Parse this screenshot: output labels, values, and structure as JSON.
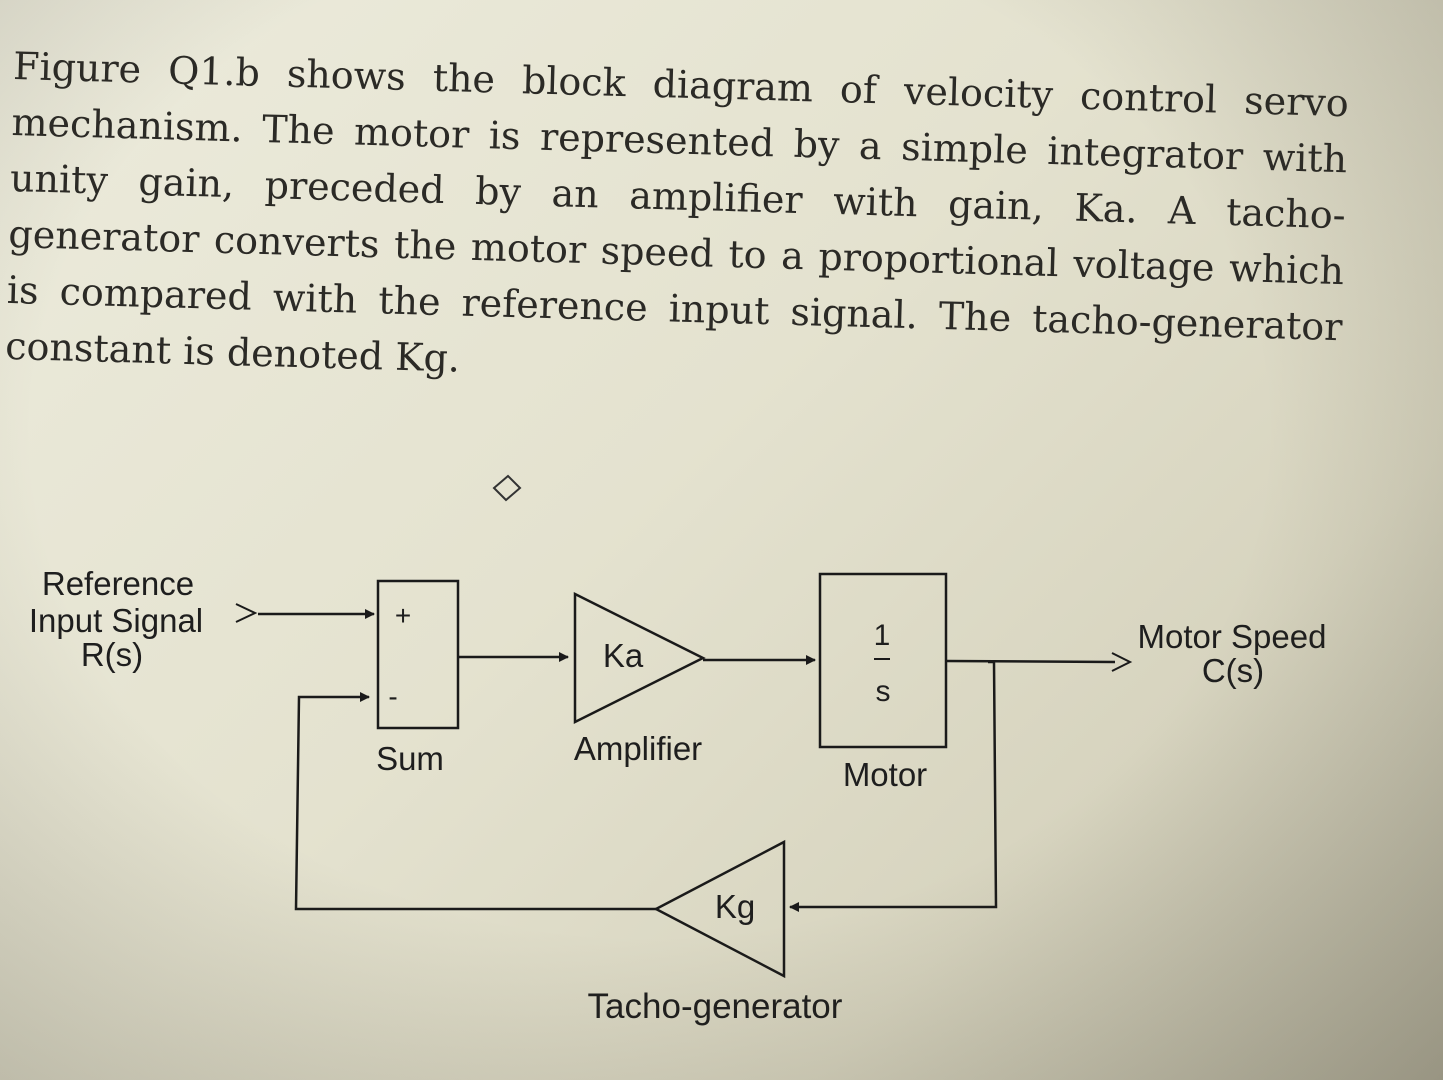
{
  "paragraph": {
    "text": "Figure Q1.b shows the block diagram of velocity control servo mechanism. The motor is represented by a simple integrator with unity gain, preceded by an amplifier with gain, Ka. A tacho-generator converts the motor speed to a proportional voltage which is compared with the reference input signal. The tacho-generator constant is denoted Kg."
  },
  "diagram": {
    "input_label": [
      "Reference",
      "Input Signal",
      "R(s)"
    ],
    "output_label": [
      "Motor Speed",
      "C(s)"
    ],
    "sum": {
      "plus": "+",
      "minus": "-",
      "label": "Sum"
    },
    "amplifier": {
      "gain": "Ka",
      "label": "Amplifier"
    },
    "motor": {
      "numerator": "1",
      "denominator": "s",
      "label": "Motor"
    },
    "tacho": {
      "gain": "Kg",
      "label": "Tacho-generator"
    }
  }
}
